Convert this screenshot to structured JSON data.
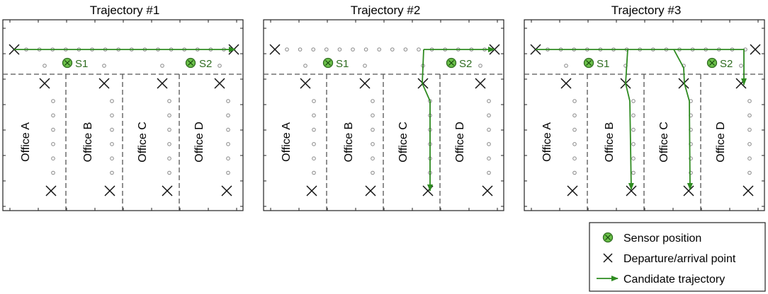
{
  "panels": [
    {
      "title": "Trajectory #1",
      "offices": [
        "Office A",
        "Office B",
        "Office C",
        "Office D"
      ],
      "sensors": [
        "S1",
        "S2"
      ]
    },
    {
      "title": "Trajectory #2",
      "offices": [
        "Office A",
        "Office B",
        "Office C",
        "Office D"
      ],
      "sensors": [
        "S1",
        "S2"
      ]
    },
    {
      "title": "Trajectory #3",
      "offices": [
        "Office A",
        "Office B",
        "Office C",
        "Office D"
      ],
      "sensors": [
        "S1",
        "S2"
      ]
    }
  ],
  "legend": {
    "sensor": "Sensor position",
    "departure": "Departure/arrival point",
    "trajectory": "Candidate trajectory"
  },
  "colors": {
    "trajectory": "#2e8b20",
    "sensor_fill": "#6cc24a",
    "sensor_stroke": "#2e6b1f",
    "grid_point": "#888888",
    "frame": "#222222",
    "divider": "#555555"
  }
}
